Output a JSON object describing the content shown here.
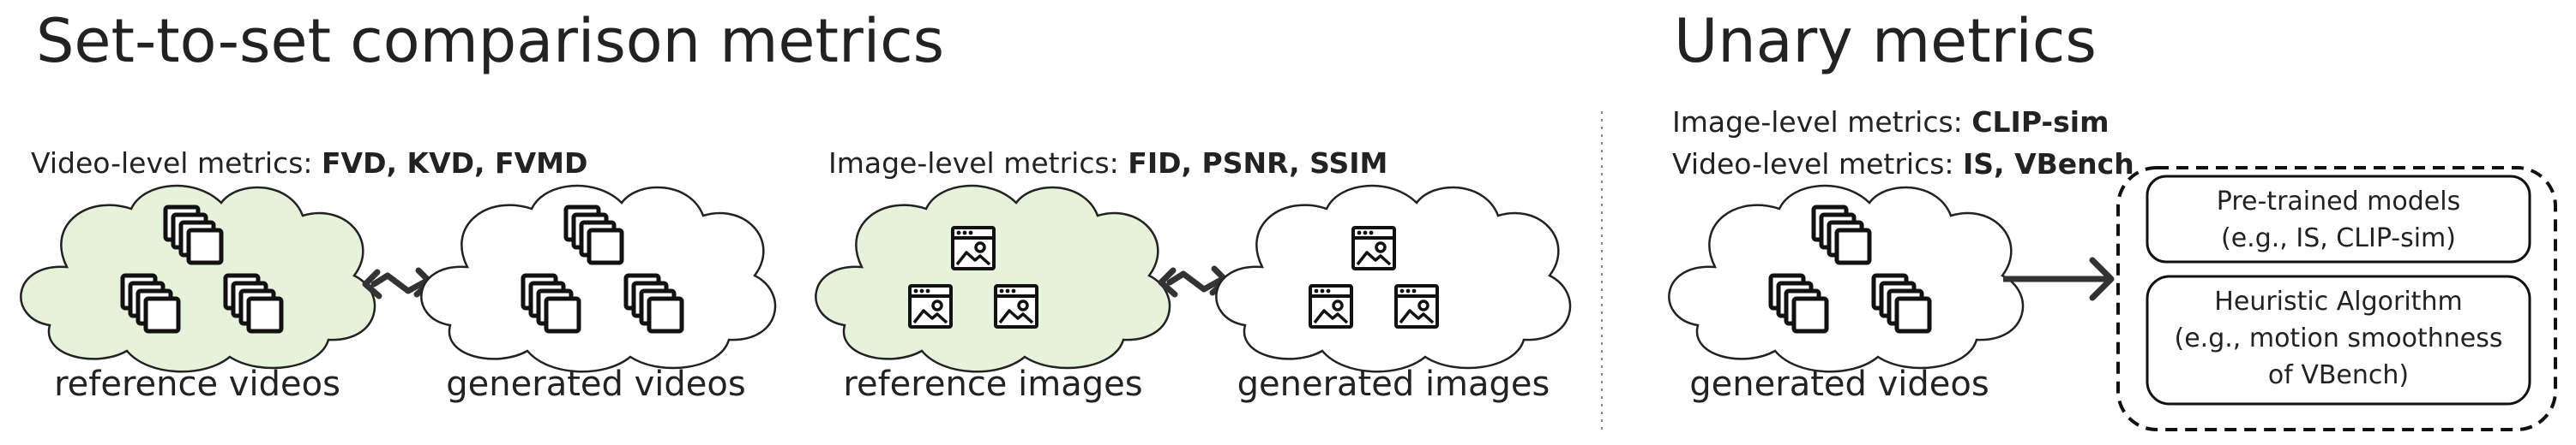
{
  "left_panel": {
    "title": "Set-to-set comparison metrics",
    "video_group": {
      "metrics_prefix": "Video-level metrics: ",
      "metrics_bold": "FVD, KVD, FVMD",
      "reference_caption": "reference videos",
      "generated_caption": "generated videos"
    },
    "image_group": {
      "metrics_prefix": "Image-level metrics: ",
      "metrics_bold": "FID, PSNR, SSIM",
      "reference_caption": "reference images",
      "generated_caption": "generated images"
    }
  },
  "right_panel": {
    "title": "Unary metrics",
    "image_metrics_prefix": "Image-level metrics: ",
    "image_metrics_bold": "CLIP-sim",
    "video_metrics_prefix": "Video-level metrics: ",
    "video_metrics_bold": "IS, VBench",
    "generated_caption": "generated videos",
    "boxes": [
      {
        "line1": "Pre-trained models",
        "line2": "(e.g., IS, CLIP-sim)"
      },
      {
        "line1": "Heuristic Algorithm",
        "line2": "(e.g., motion smoothness",
        "line3": "of VBench)"
      }
    ]
  },
  "colors": {
    "reference_fill": "#e6f2d9",
    "generated_fill": "#ffffff",
    "stroke": "#222222",
    "arrow": "#333333"
  },
  "icons": [
    "video-stack-icon",
    "image-icon",
    "double-arrow-icon",
    "right-arrow-icon"
  ]
}
